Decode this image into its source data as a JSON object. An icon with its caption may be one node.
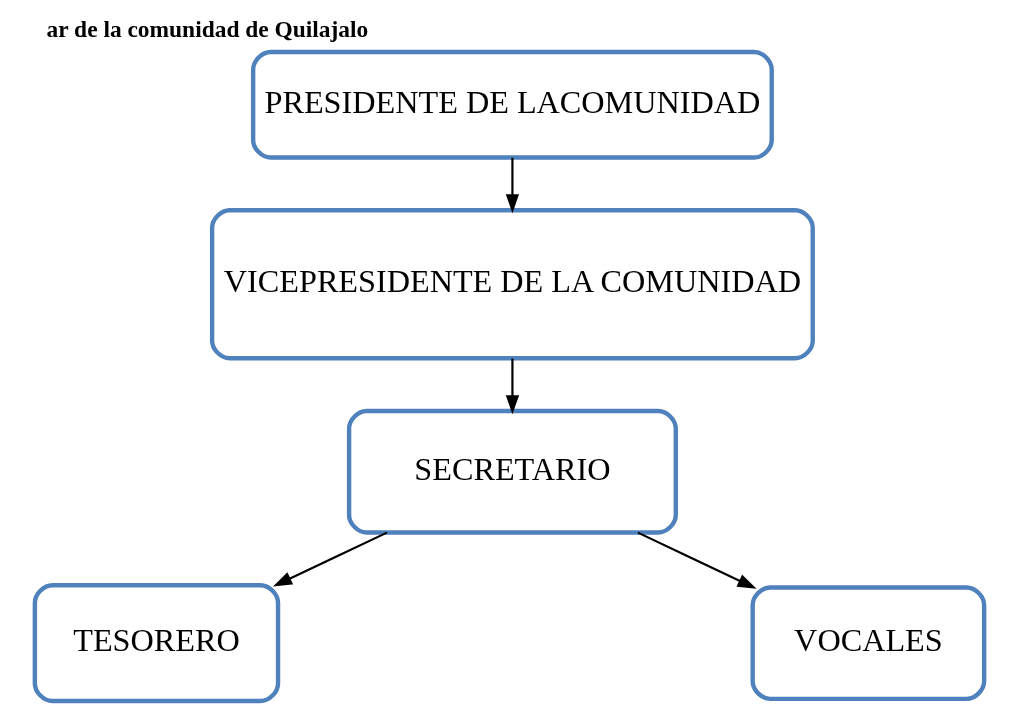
{
  "diagram": {
    "title": "ar de la comunidad de Quilajalo",
    "nodes": [
      {
        "text": [
          "PRESIDENTE DE LACOMUNIDAD"
        ]
      },
      {
        "text": [
          "VICEPRESIDENTE DE LA COMUNIDAD"
        ]
      },
      {
        "text": [
          "SECRETARIO"
        ]
      },
      {
        "text": [
          "TESORERO"
        ]
      },
      {
        "text": [
          "VOCALES"
        ]
      }
    ],
    "edges": [
      {
        "from": 0,
        "to": 1,
        "arrow": "to"
      },
      {
        "from": 1,
        "to": 2,
        "arrow": "to"
      },
      {
        "from": 2,
        "to": 3,
        "arrow": "to"
      },
      {
        "from": 2,
        "to": 4,
        "arrow": "to"
      }
    ]
  }
}
